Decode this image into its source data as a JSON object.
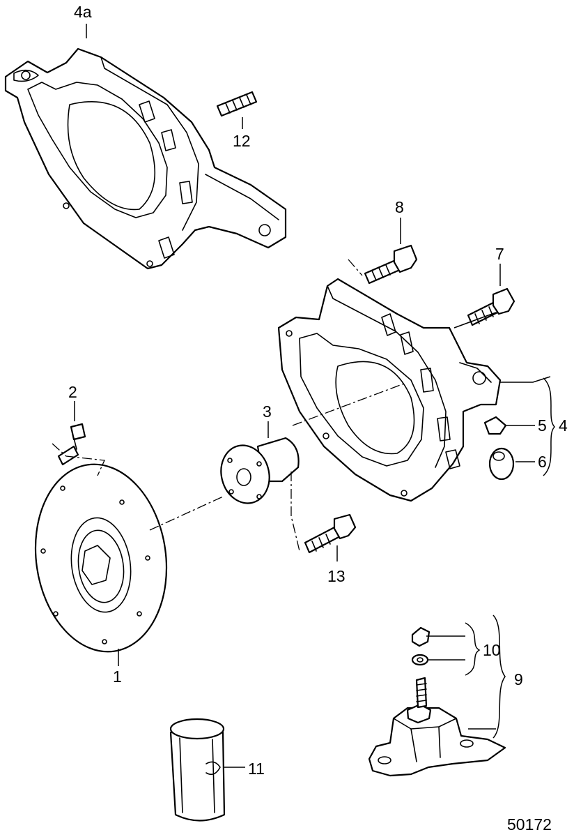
{
  "callouts": {
    "c1": "1",
    "c2": "2",
    "c3": "3",
    "c4": "4",
    "c4a": "4a",
    "c5": "5",
    "c6": "6",
    "c7": "7",
    "c8": "8",
    "c9": "9",
    "c10": "10",
    "c11": "11",
    "c12": "12",
    "c13": "13"
  },
  "figure_number": "50172",
  "parts": {
    "housing_4a": "flywheel-housing-4a",
    "housing_4": "flywheel-housing-4",
    "flywheel": "flywheel-1",
    "coupler": "drive-coupler-3",
    "mount": "engine-mount-9",
    "filter": "oil-filter-11"
  }
}
